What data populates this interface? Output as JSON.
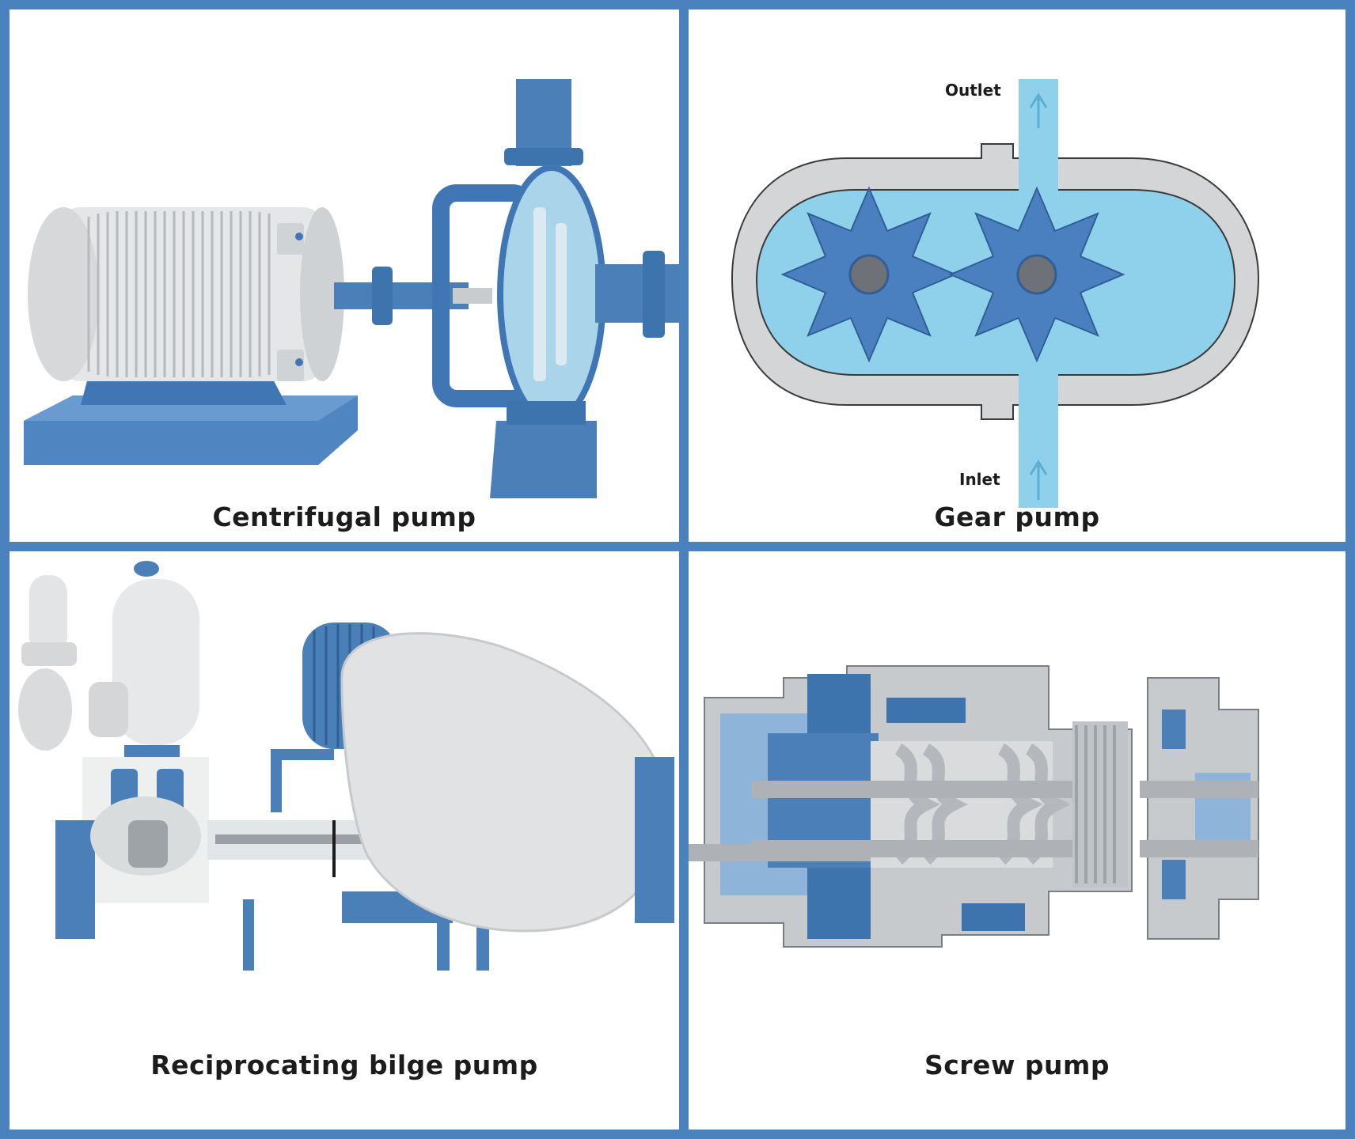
{
  "panels": {
    "centrifugal": {
      "caption": "Centrifugal pump"
    },
    "gear": {
      "caption": "Gear pump",
      "outlet_label": "Outlet",
      "inlet_label": "Inlet"
    },
    "reciprocating": {
      "caption": "Reciprocating bilge pump"
    },
    "screw": {
      "caption": "Screw pump"
    }
  },
  "colors": {
    "frame": "#4a82bd",
    "pump_blue": "#4a7fb8",
    "fluid_light": "#8cd0ea",
    "casing_grey": "#d2d4d6",
    "motor_white": "#e6e8ea"
  }
}
